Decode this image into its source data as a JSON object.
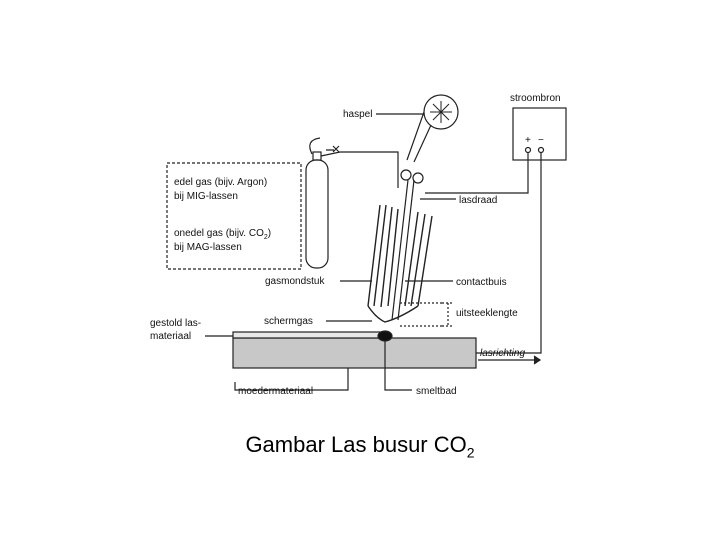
{
  "labels": {
    "haspel": "haspel",
    "stroombron": "stroombron",
    "edelgas": "edel gas (bijv. Argon)",
    "mig": "bij MIG-lassen",
    "onedelgas": "onedel gas (bijv. CO",
    "onedelgas_sub": "2",
    "onedelgas_end": ")",
    "mag": "bij MAG-lassen",
    "lasdraad": "lasdraad",
    "gasmondstuk": "gasmondstuk",
    "contactbuis": "contactbuis",
    "uitsteeklengte": "uitsteeklengte",
    "gestold_1": "gestold las-",
    "gestold_2": "materiaal",
    "schermgas": "schermgas",
    "lasrichting": "lasrichting",
    "moedermateriaal": "moedermateriaal",
    "smeltbad": "smeltbad",
    "plus": "+",
    "minus": "−"
  },
  "caption": {
    "main": "Gambar Las busur CO",
    "sub": "2"
  },
  "colors": {
    "line": "#222222",
    "plate": "#c8c8c8",
    "weld": "#111111"
  }
}
